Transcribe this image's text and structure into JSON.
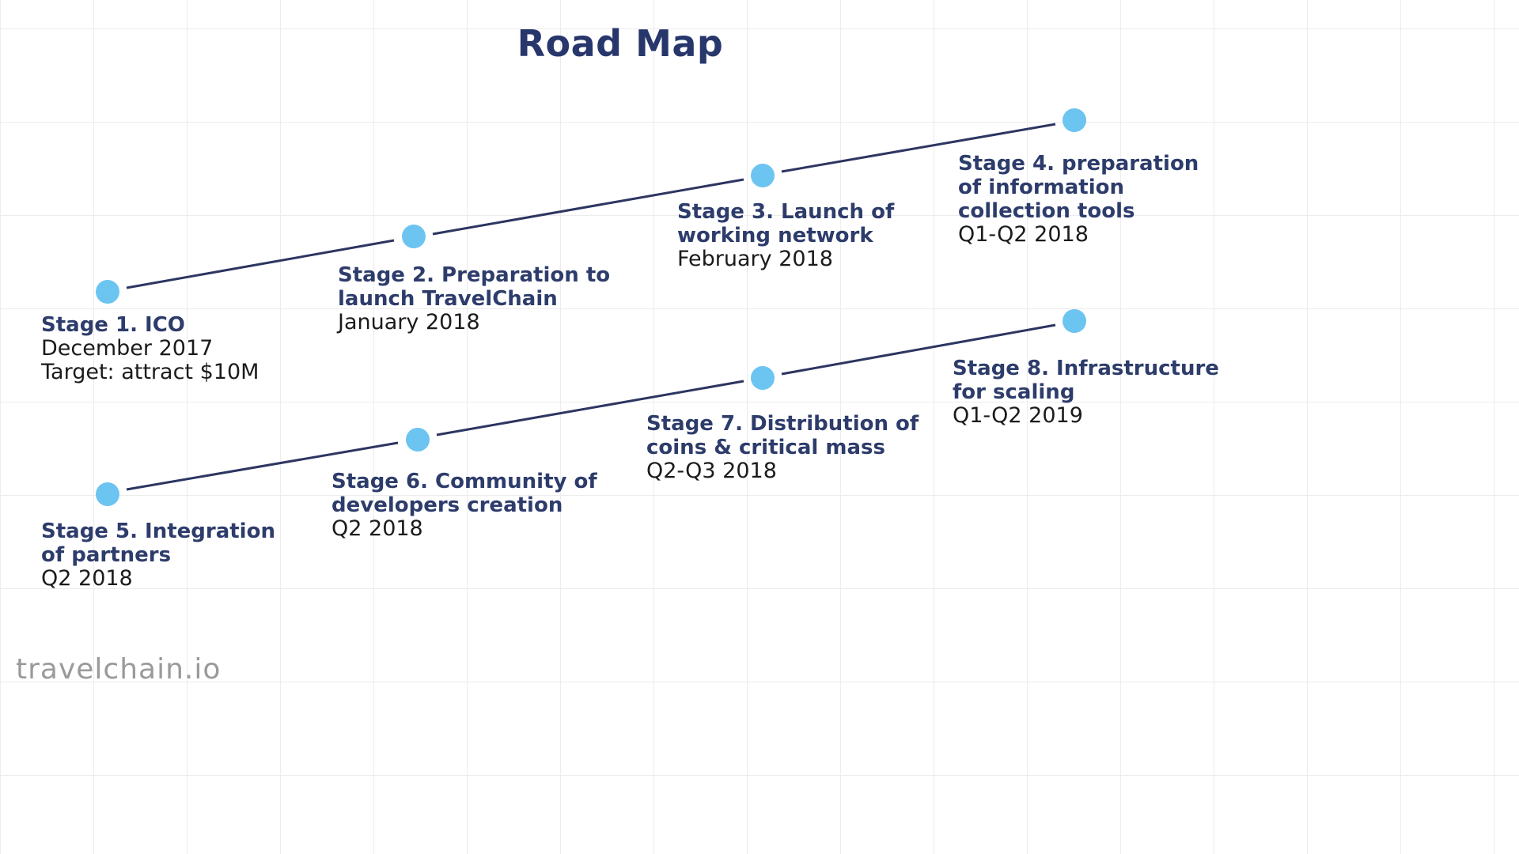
{
  "title": "Road Map",
  "brand": "travelchain.io",
  "colors": {
    "title": "#27366b",
    "line": "#2d3561",
    "node": "#6cc4f1",
    "stage": "#2d3c6b"
  },
  "stages": [
    {
      "name": "Stage 1. ICO",
      "date": "December 2017",
      "note": "Target: attract $10M"
    },
    {
      "name": "Stage 2. Preparation to launch TravelChain",
      "date": "January 2018"
    },
    {
      "name": "Stage 3. Launch of working network",
      "date": "February 2018"
    },
    {
      "name": "Stage 4. preparation of information collection tools",
      "date": "Q1-Q2 2018"
    },
    {
      "name": "Stage 5. Integration of partners",
      "date": "Q2 2018"
    },
    {
      "name": "Stage 6. Community of developers creation",
      "date": "Q2 2018"
    },
    {
      "name": "Stage 7. Distribution of coins & critical mass",
      "date": "Q2-Q3 2018"
    },
    {
      "name": "Stage 8. Infrastructure for scaling",
      "date": "Q1-Q2 2019"
    }
  ]
}
